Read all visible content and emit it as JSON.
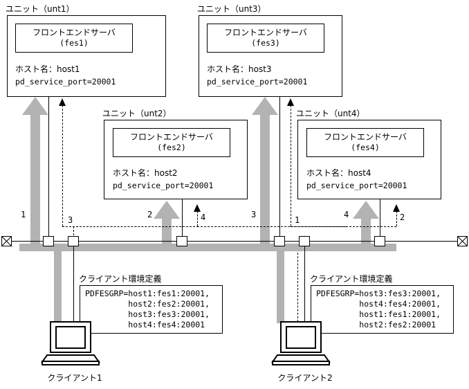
{
  "diagram": {
    "title_semantic": "multi-fes-client-group-network-diagram",
    "colors": {
      "line": "#000000",
      "gray": "#b3b3b3",
      "background": "#ffffff"
    }
  },
  "units": [
    {
      "label": "ユニット（unt1）",
      "fes_title": "フロントエンドサーバ",
      "fes_name": "(fes1)",
      "host": "ホスト名：host1",
      "port": "pd_service_port=20001"
    },
    {
      "label": "ユニット（unt2）",
      "fes_title": "フロントエンドサーバ",
      "fes_name": "(fes2)",
      "host": "ホスト名：host2",
      "port": "pd_service_port=20001"
    },
    {
      "label": "ユニット（unt3）",
      "fes_title": "フロントエンドサーバ",
      "fes_name": "(fes3)",
      "host": "ホスト名：host3",
      "port": "pd_service_port=20001"
    },
    {
      "label": "ユニット（unt4）",
      "fes_title": "フロントエンドサーバ",
      "fes_name": "(fes4)",
      "host": "ホスト名：host4",
      "port": "pd_service_port=20001"
    }
  ],
  "connection_numbers": {
    "client1": [
      "1",
      "3",
      "2",
      "4"
    ],
    "client2": [
      "3",
      "1",
      "4",
      "2"
    ]
  },
  "client_envs": [
    {
      "label": "クライアント環境定義",
      "text": "PDFESGRP=host1:fes1:20001,\n         host2:fes2:20001,\n         host3:fes3:20001,\n         host4:fes4:20001"
    },
    {
      "label": "クライアント環境定義",
      "text": "PDFESGRP=host3:fes3:20001,\n         host4:fes4:20001,\n         host1:fes1:20001,\n         host2:fes2:20001"
    }
  ],
  "clients": [
    {
      "name": "クライアント1"
    },
    {
      "name": "クライアント2"
    }
  ]
}
